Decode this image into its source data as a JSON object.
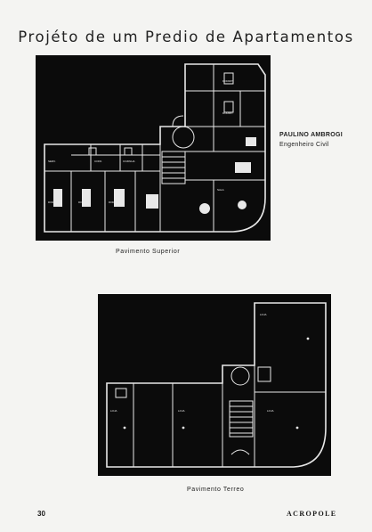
{
  "page": {
    "title": "Projéto de um Predio de Apartamentos",
    "number": "30",
    "magazine": "ACROPOLE"
  },
  "credit": {
    "name": "PAULINO AMBROGI",
    "role": "Engenheiro Civil"
  },
  "plans": {
    "upper": {
      "caption": "Pavimento Superior"
    },
    "ground": {
      "caption": "Pavimento Terreo"
    }
  }
}
